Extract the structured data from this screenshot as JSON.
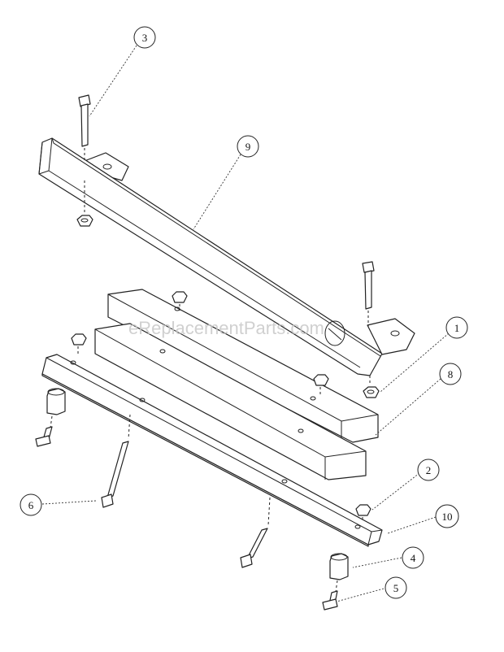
{
  "watermark": "eReplacementParts.com",
  "callouts": [
    {
      "label": "3"
    },
    {
      "label": "9"
    },
    {
      "label": "1"
    },
    {
      "label": "8"
    },
    {
      "label": "2"
    },
    {
      "label": "10"
    },
    {
      "label": "6"
    },
    {
      "label": "4"
    },
    {
      "label": "5"
    }
  ]
}
